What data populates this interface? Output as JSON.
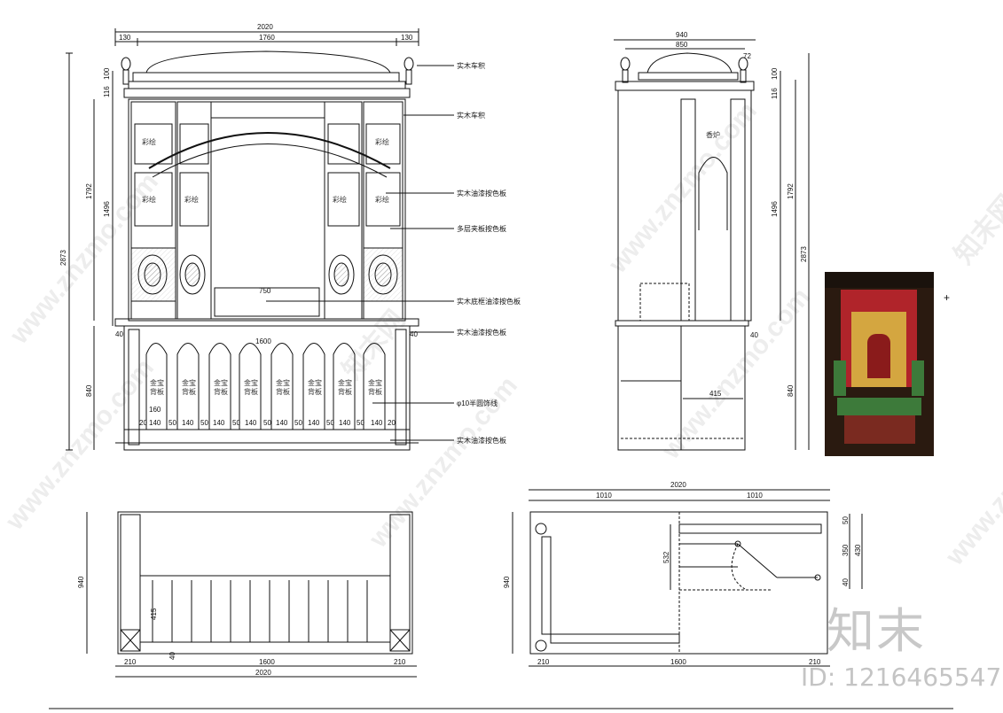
{
  "drawing": {
    "front_elevation": {
      "dims": {
        "total_width": "2020",
        "left_side": "130",
        "center": "1760",
        "right_side": "130",
        "total_height": "2873",
        "upper_height": "1792",
        "inner_height": "1496",
        "crown_a": "116",
        "crown_b": "100",
        "base_height": "840",
        "shelf_gap": "40",
        "mid_width": "750",
        "base_inner": "1600",
        "arch_left": "160"
      },
      "bottom_dims": [
        "20",
        "140",
        "50",
        "140",
        "50",
        "140",
        "50",
        "140",
        "50",
        "140",
        "50",
        "140",
        "50",
        "140",
        "50",
        "140",
        "20"
      ],
      "panel_label": "彩绘",
      "niche_label_a": "金宝",
      "niche_label_b": "背板"
    },
    "callouts": [
      "实木车积",
      "实木车积",
      "实木油漆按色板",
      "多层夹板按色板",
      "实木底框油漆按色板",
      "实木油漆按色板",
      "φ10半圆饰线",
      "实木油漆按色板"
    ],
    "side_elevation": {
      "dims": {
        "total_width": "940",
        "inner_width": "850",
        "top_a": "72",
        "right_a": "116",
        "right_b": "100",
        "upper_height": "1792",
        "inner_height": "1496",
        "total_height": "2873",
        "base_height": "840",
        "shelf_gap": "40",
        "shelf_depth": "415"
      },
      "label": "香炉"
    },
    "plan_base": {
      "dims": {
        "height": "940",
        "left": "210",
        "center": "1600",
        "right": "210",
        "total": "2020",
        "depth": "415",
        "gap": "40"
      }
    },
    "plan_top": {
      "dims": {
        "total": "2020",
        "left_half": "1010",
        "right_half": "1010",
        "height": "940",
        "door_depth": "532",
        "r_a": "50",
        "r_b": "350",
        "r_c": "430",
        "r_d": "40",
        "left": "210",
        "center": "1600",
        "right": "210"
      }
    },
    "watermark": {
      "text_a": "www.znzmo.com",
      "text_b": "知末网",
      "brand": "知末",
      "id": "ID: 1216465547"
    },
    "colors": {
      "line": "#111111",
      "photo_bg": "#2a1a10",
      "altar_red": "#b0242a",
      "altar_green": "#3d7a3a",
      "gold": "#d4a640"
    }
  }
}
